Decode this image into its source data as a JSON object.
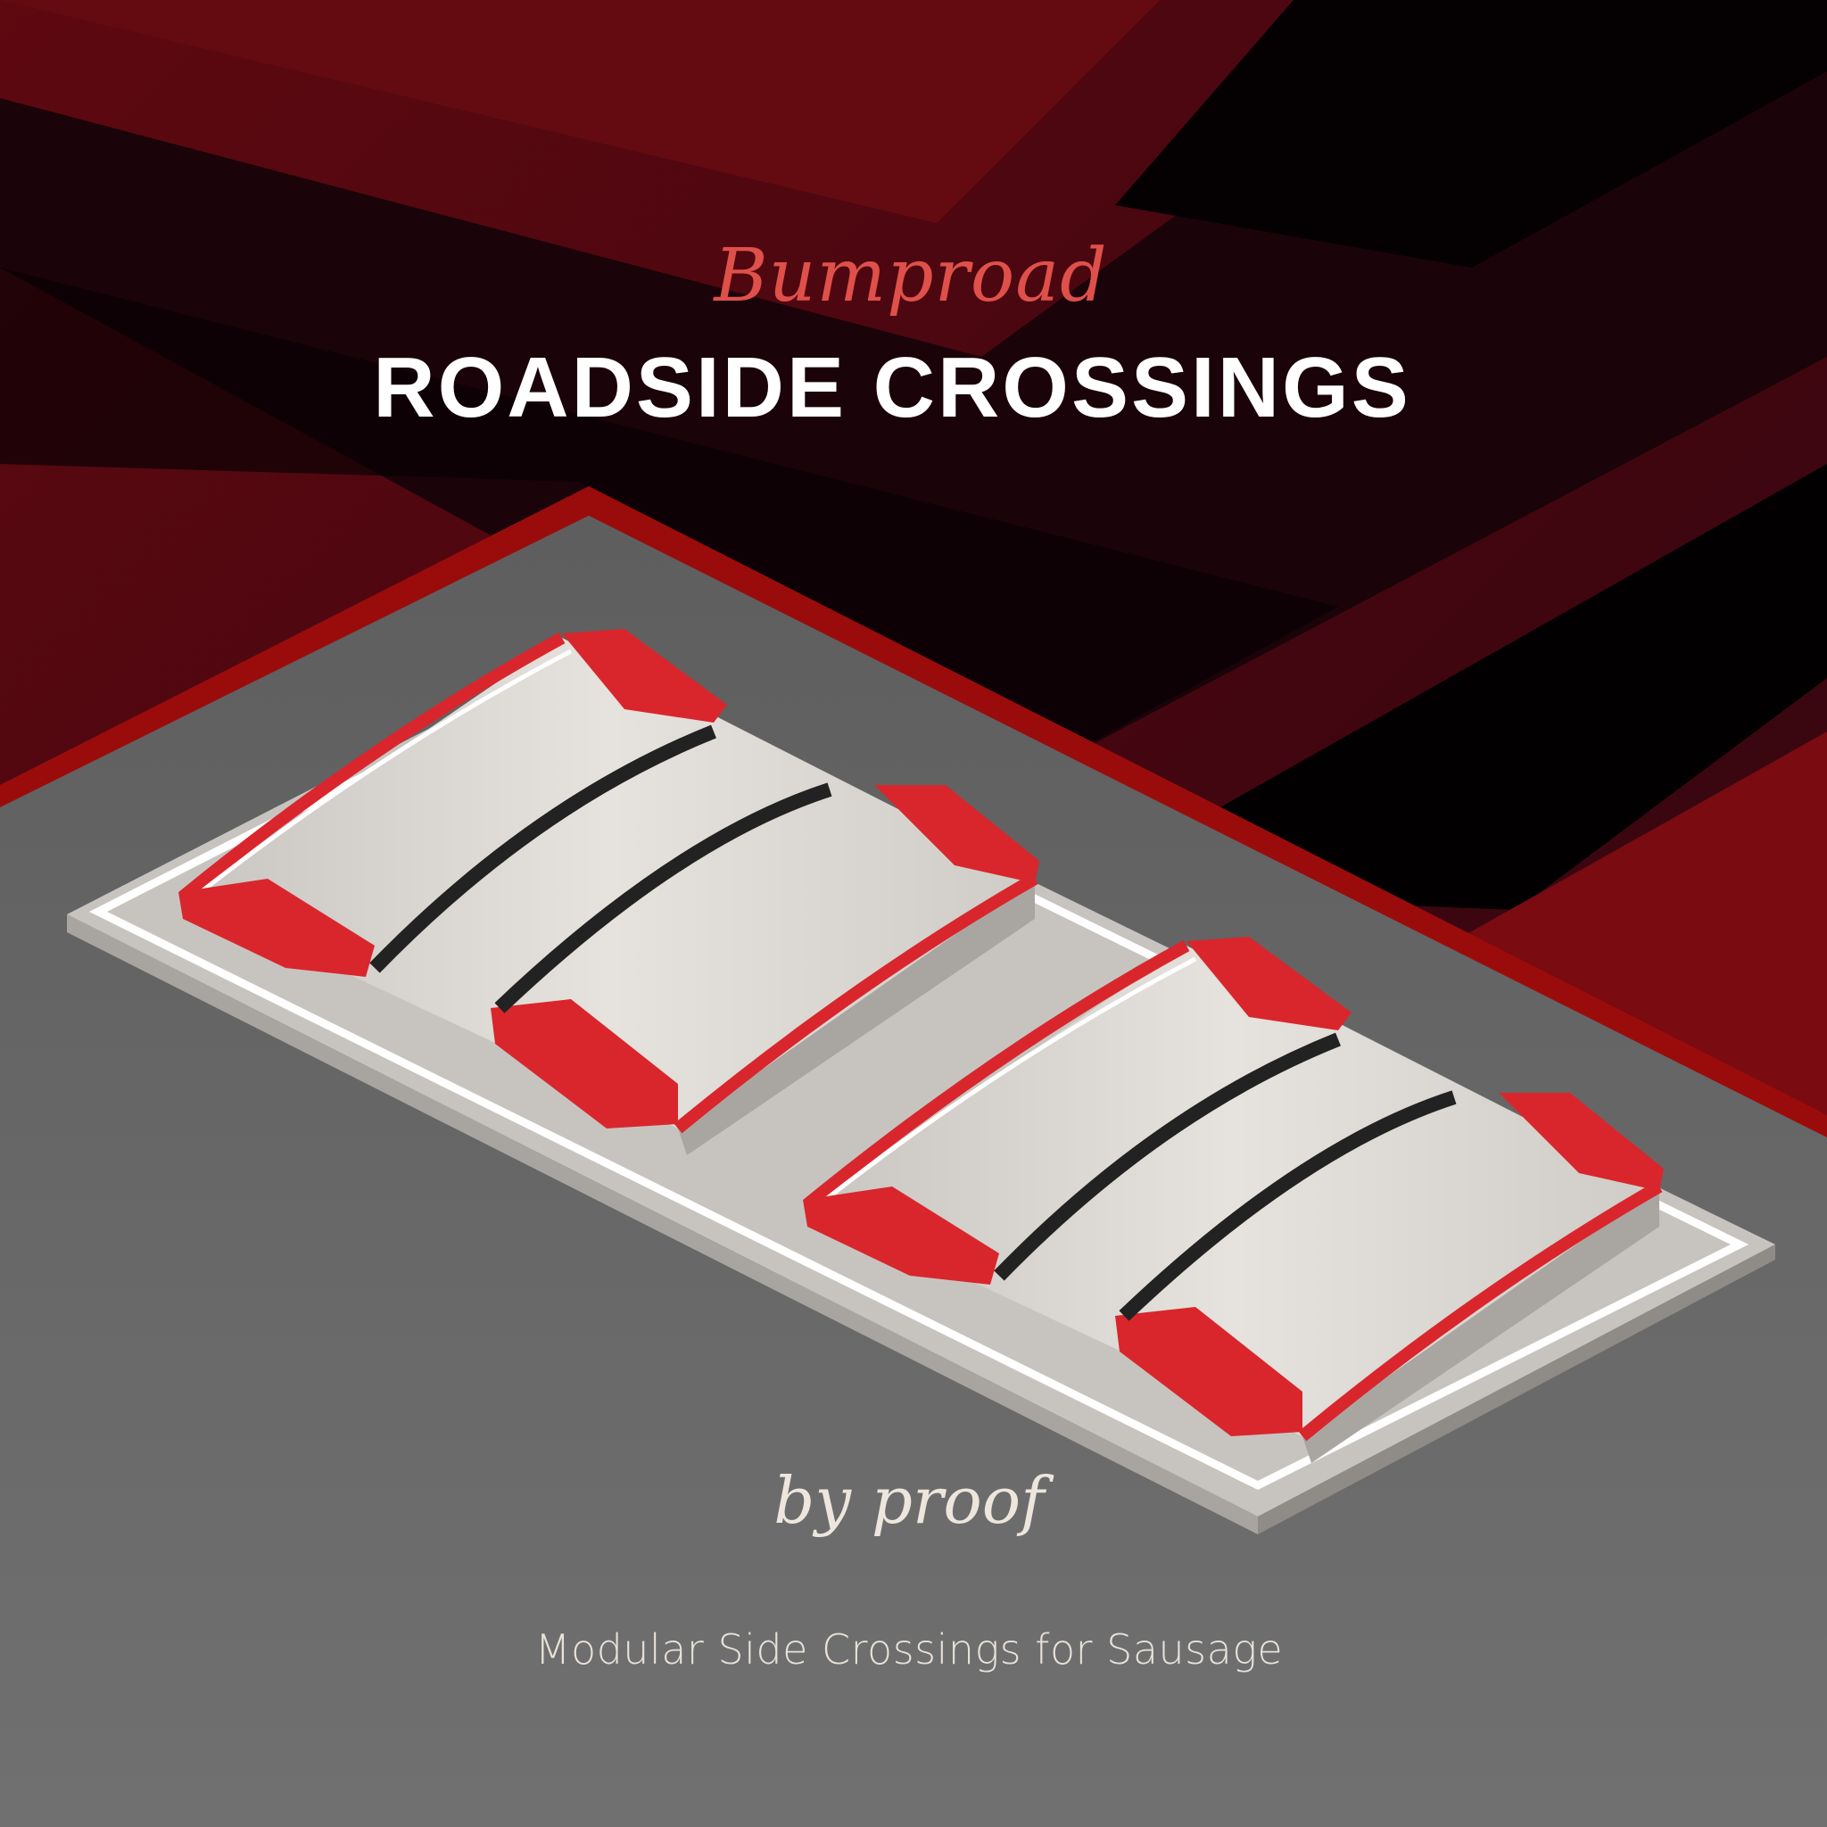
{
  "poster": {
    "brand": "Bumproad",
    "title": "ROADSIDE CROSSINGS",
    "author": "by proof",
    "tagline": "Modular Side Crossings for Sausage"
  },
  "colors": {
    "brand_red": "#e0504a",
    "dark_red": "#6a0910",
    "floor_gray": "#6b6b6b",
    "module_red": "#d9262c"
  },
  "scene": {
    "modules": [
      {
        "name": "crossing-module-1",
        "straps": 2
      },
      {
        "name": "crossing-module-2",
        "straps": 2
      }
    ]
  }
}
